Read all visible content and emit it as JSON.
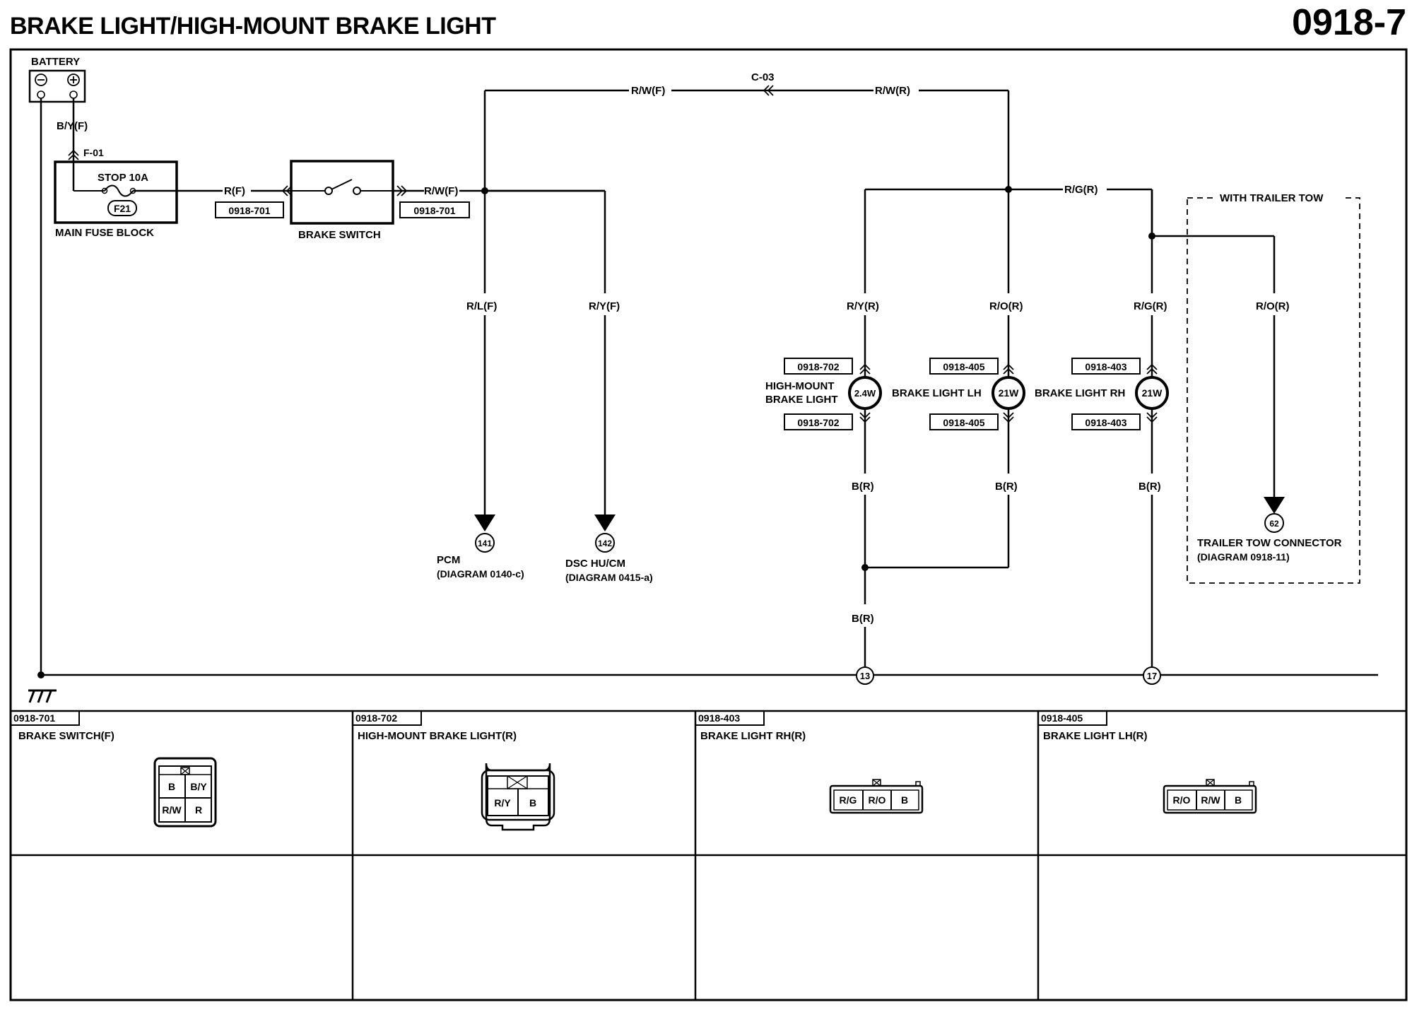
{
  "header": {
    "title": "BRAKE LIGHT/HIGH-MOUNT BRAKE LIGHT",
    "page_number": "0918-7"
  },
  "components": {
    "battery": {
      "label": "BATTERY",
      "neg": "⊖",
      "pos": "⊕"
    },
    "fuse_block": {
      "label": "MAIN FUSE BLOCK",
      "fuse_name": "STOP 10A",
      "fuse_id": "F21"
    },
    "brake_switch": {
      "label": "BRAKE SWITCH"
    },
    "high_mount": {
      "label_line1": "HIGH-MOUNT",
      "label_line2": "BRAKE LIGHT",
      "watts": "2.4W"
    },
    "brake_lh": {
      "label": "BRAKE LIGHT LH",
      "watts": "21W"
    },
    "brake_rh": {
      "label": "BRAKE LIGHT RH",
      "watts": "21W"
    },
    "pcm": {
      "label": "PCM",
      "diagram_ref": "(DIAGRAM  0140-c)",
      "terminal": "141"
    },
    "dsc": {
      "label": "DSC HU/CM",
      "diagram_ref": "(DIAGRAM  0415-a)",
      "terminal": "142"
    },
    "trailer": {
      "label": "TRAILER TOW CONNECTOR",
      "diagram_ref": "(DIAGRAM  0918-11)",
      "terminal": "62",
      "group_label": "WITH TRAILER TOW"
    }
  },
  "wires": {
    "battery_to_fuse": "B/Y(F)",
    "fuse_connector": "F-01",
    "fuse_to_switch": "R(F)",
    "switch_out": "R/W(F)",
    "top_left": "R/W(F)",
    "top_connector": "C-03",
    "top_right": "R/W(R)",
    "rg_top": "R/G(R)",
    "pcm_wire": "R/L(F)",
    "dsc_wire": "R/Y(F)",
    "hm_wire": "R/Y(R)",
    "lh_wire": "R/O(R)",
    "rh_wire": "R/G(R)",
    "trailer_wire": "R/O(R)",
    "hm_ground": "B(R)",
    "lh_ground": "B(R)",
    "rh_ground": "B(R)",
    "common_ground": "B(R)"
  },
  "ground_points": {
    "g13": "13",
    "g17": "17"
  },
  "connector_refs": {
    "fuse_switch": "0918-701",
    "switch_out": "0918-701",
    "hm_top": "0918-702",
    "hm_bottom": "0918-702",
    "lh_top": "0918-405",
    "lh_bottom": "0918-405",
    "rh_top": "0918-403",
    "rh_bottom": "0918-403"
  },
  "connector_panels": [
    {
      "id": "0918-701",
      "title": "BRAKE SWITCH(F)",
      "pins": [
        "B",
        "B/Y",
        "R/W",
        "R"
      ]
    },
    {
      "id": "0918-702",
      "title": "HIGH-MOUNT BRAKE LIGHT(R)",
      "pins": [
        "R/Y",
        "B"
      ]
    },
    {
      "id": "0918-403",
      "title": "BRAKE LIGHT RH(R)",
      "pins": [
        "R/G",
        "R/O",
        "B"
      ]
    },
    {
      "id": "0918-405",
      "title": "BRAKE LIGHT LH(R)",
      "pins": [
        "R/O",
        "R/W",
        "B"
      ]
    }
  ]
}
